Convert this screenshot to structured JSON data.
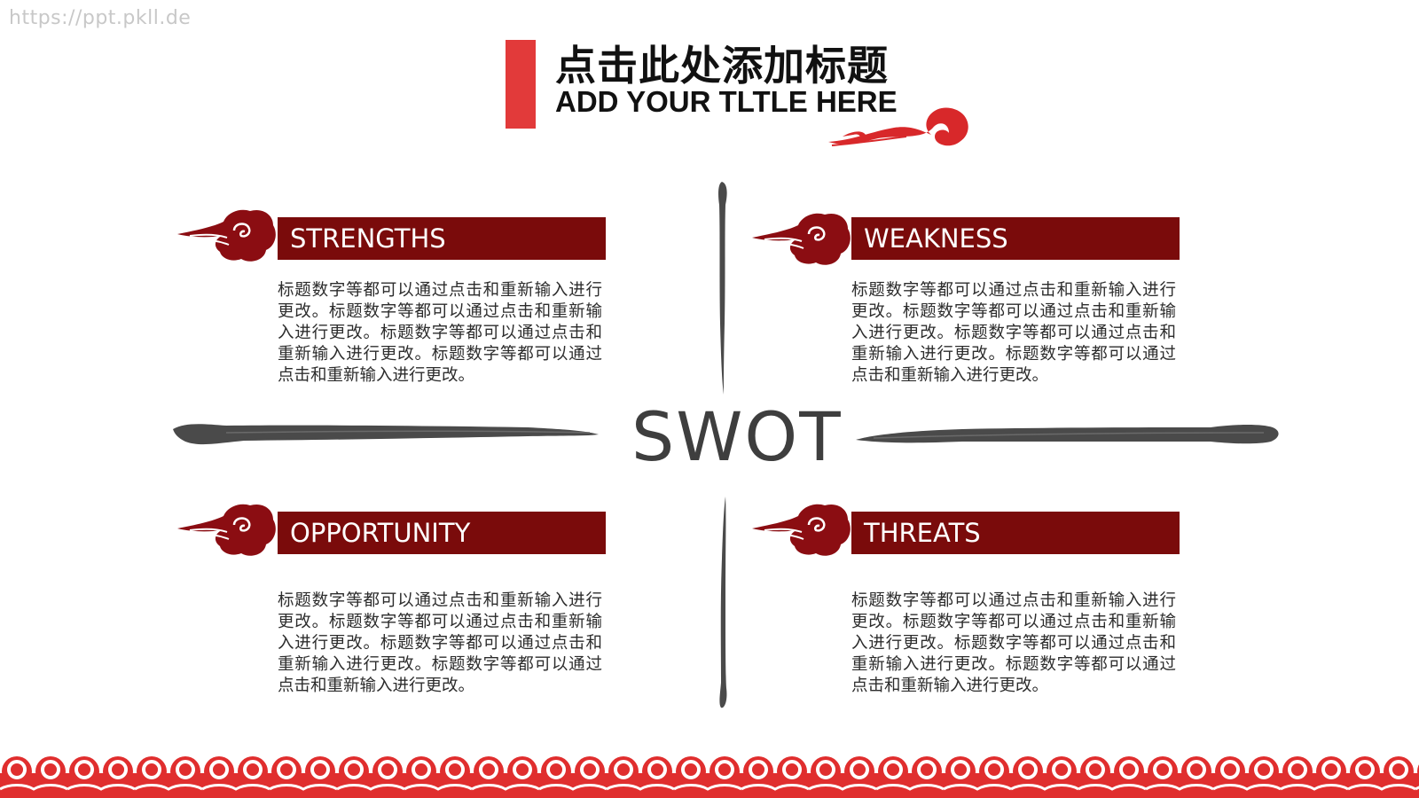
{
  "watermark": "https://ppt.pkll.de",
  "title": {
    "cn": "点击此处添加标题",
    "en": "ADD YOUR TLTLE HERE"
  },
  "swot_label": "SWOT",
  "quadrants": [
    {
      "key": "strengths",
      "label": "STRENGTHS",
      "text": "标题数字等都可以通过点击和重新输入进行更改。标题数字等都可以通过点击和重新输入进行更改。标题数字等都可以通过点击和重新输入进行更改。标题数字等都可以通过点击和重新输入进行更改。"
    },
    {
      "key": "weakness",
      "label": "WEAKNESS",
      "text": "标题数字等都可以通过点击和重新输入进行更改。标题数字等都可以通过点击和重新输入进行更改。标题数字等都可以通过点击和重新输入进行更改。标题数字等都可以通过点击和重新输入进行更改。"
    },
    {
      "key": "opportunity",
      "label": "OPPORTUNITY",
      "text": "标题数字等都可以通过点击和重新输入进行更改。标题数字等都可以通过点击和重新输入进行更改。标题数字等都可以通过点击和重新输入进行更改。标题数字等都可以通过点击和重新输入进行更改。"
    },
    {
      "key": "threats",
      "label": "THREATS",
      "text": "标题数字等都可以通过点击和重新输入进行更改。标题数字等都可以通过点击和重新输入进行更改。标题数字等都可以通过点击和重新输入进行更改。标题数字等都可以通过点击和重新输入进行更改。"
    }
  ],
  "colors": {
    "accent_red": "#e23a3a",
    "label_bg": "#7a0b0b",
    "cloud_red": "#8b0d12",
    "brush_gray": "#4a4a4a"
  },
  "icons": [
    "auspicious-cloud-icon",
    "ink-brush-stroke",
    "cloud-pattern-band"
  ]
}
